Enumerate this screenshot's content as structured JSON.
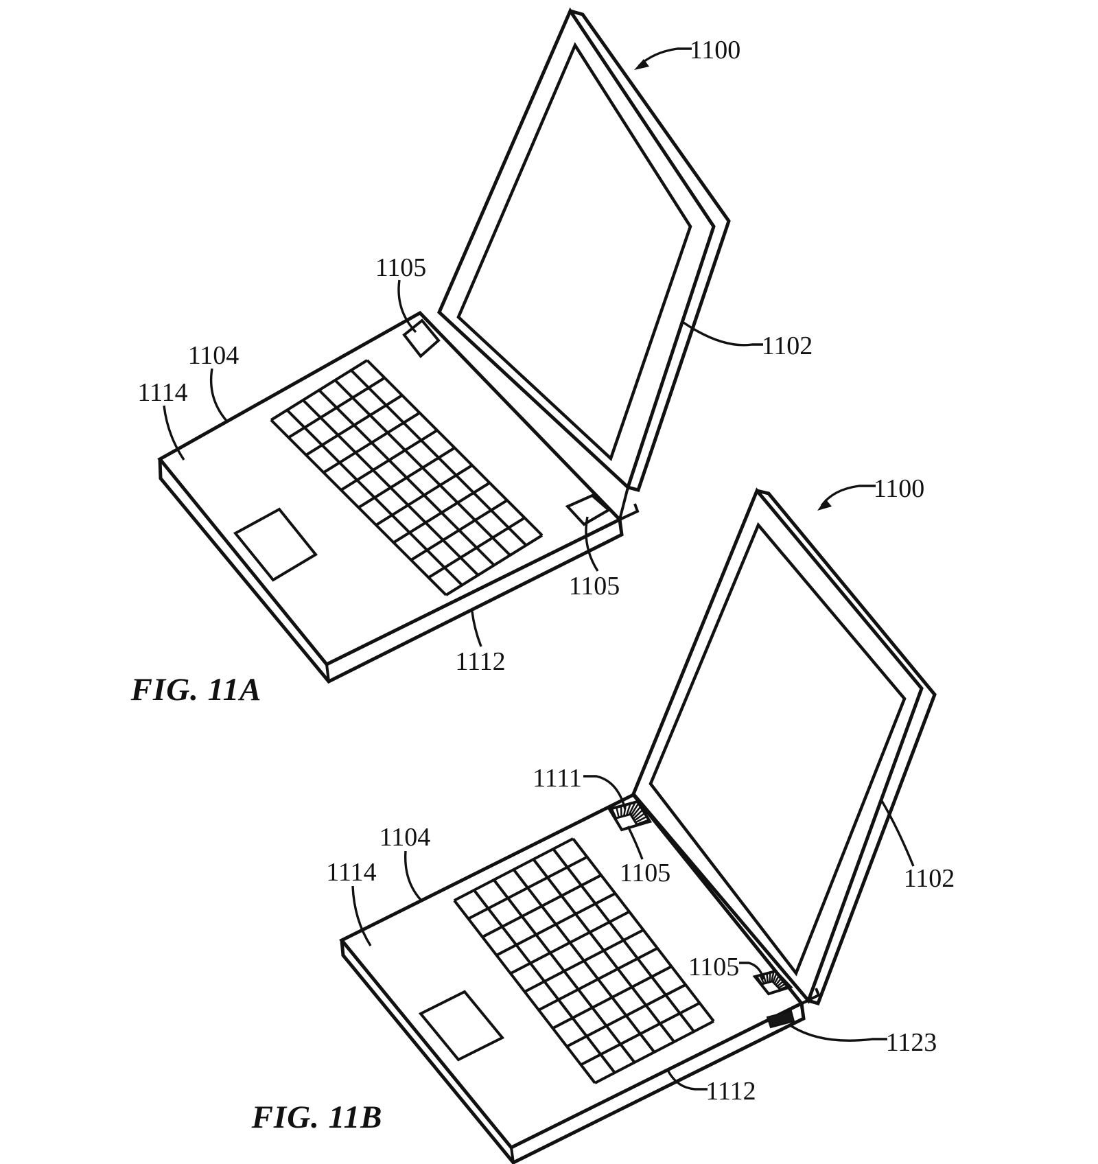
{
  "page": {
    "background_color": "#ffffff",
    "ink_color": "#111111"
  },
  "figure_a": {
    "caption": "FIG. 11A",
    "labels": {
      "l1100": "1100",
      "l1102": "1102",
      "l1104": "1104",
      "l1105_top": "1105",
      "l1105_bottom": "1105",
      "l1112": "1112",
      "l1114": "1114"
    }
  },
  "figure_b": {
    "caption": "FIG. 11B",
    "labels": {
      "l1100": "1100",
      "l1102": "1102",
      "l1104": "1104",
      "l1105_left": "1105",
      "l1105_right": "1105",
      "l1111": "1111",
      "l1112": "1112",
      "l1114": "1114",
      "l1123": "1123"
    }
  }
}
